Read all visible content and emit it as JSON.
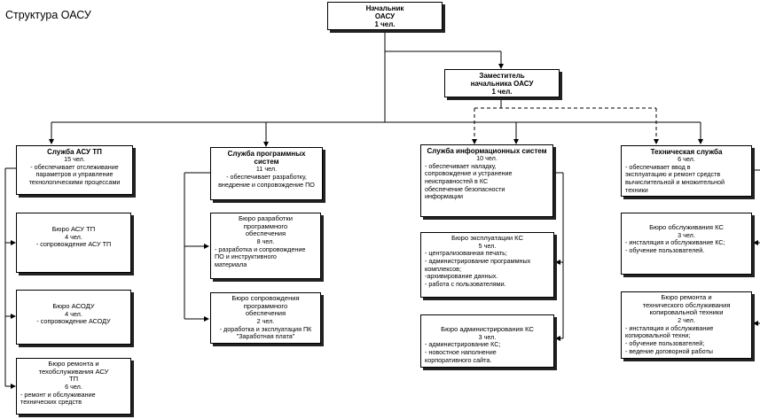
{
  "title": "Структура ОАСУ",
  "head": {
    "lines": [
      "Начальник",
      "ОАСУ",
      "1 чел."
    ]
  },
  "deputy": {
    "lines": [
      "Заместитель",
      "начальника ОАСУ",
      "1 чел."
    ]
  },
  "services": [
    {
      "name": "Служба АСУ ТП",
      "count": "15 чел.",
      "desc": [
        "- обеспечивает отслеживание",
        "параметров и управление",
        "технологическими процессами"
      ],
      "bureaus": [
        {
          "name": [
            "Бюро АСУ ТП"
          ],
          "count": "4 чел.",
          "desc": [
            "- сопровождение АСУ ТП"
          ]
        },
        {
          "name": [
            "Бюро АСОДУ"
          ],
          "count": "4 чел.",
          "desc": [
            "- сопровождение АСОДУ"
          ]
        },
        {
          "name": [
            "Бюро ремонта и",
            "техобслуживания  АСУ",
            "ТП"
          ],
          "count": "6 чел.",
          "desc": [
            "- ремонт и обслуживание",
            "технических средств"
          ]
        }
      ]
    },
    {
      "name": "Служба программных систем",
      "count": "11 чел.",
      "desc": [
        "- обеспечивает разработку,",
        "внедрение и сопровождение ПО"
      ],
      "bureaus": [
        {
          "name": [
            "Бюро разработки",
            "программного",
            "обеспечения"
          ],
          "count": "8 чел.",
          "desc": [
            "- разработка и сопровождение",
            "ПО и инструктивного",
            "материала"
          ]
        },
        {
          "name": [
            "Бюро сопровождения",
            "программного",
            "обеспечения"
          ],
          "count": "2 чел.",
          "desc": [
            "- доработка и эксплуатация ПК",
            "\"Заработная плата\""
          ]
        }
      ]
    },
    {
      "name": "Служба информационных систем",
      "count": "10 чел.",
      "desc": [
        "- обеспечивает наладку,",
        "сопровождение и устранение",
        "неисправностей в КС",
        "обеспечение  безопасности",
        "информации"
      ],
      "bureaus": [
        {
          "name": [
            "Бюро эксплуатации КС"
          ],
          "count": "5 чел.",
          "desc": [
            "- централизованная печать;",
            "- администрирование программных",
            "комплексов;",
            "-архивирование данных.",
            "- работа с пользователями."
          ]
        },
        {
          "name": [
            "Бюро администрирования КС"
          ],
          "count": "3 чел.",
          "desc": [
            "- администрирование КС;",
            "- новостное наполнение",
            "корпоративного сайта."
          ]
        }
      ]
    },
    {
      "name": "Техническая служба",
      "count": "6 чел.",
      "desc": [
        "- обеспечивает ввод в",
        "эксплуатацию и ремонт средств",
        "вычислительной и множительной",
        "техники"
      ],
      "bureaus": [
        {
          "name": [
            "Бюро обслуживания  КС"
          ],
          "count": "3 чел.",
          "desc": [
            "- инсталяция и обслуживание КС;",
            "- обучение пользователей."
          ]
        },
        {
          "name": [
            "Бюро ремонта и",
            "технического обслуживания",
            "копировальной техники"
          ],
          "count": "2 чел.",
          "desc": [
            "- инсталяция и обслуживание",
            "копировальной техни;",
            "- обучение пользователей;",
            "- ведение договорной работы"
          ]
        }
      ]
    }
  ]
}
